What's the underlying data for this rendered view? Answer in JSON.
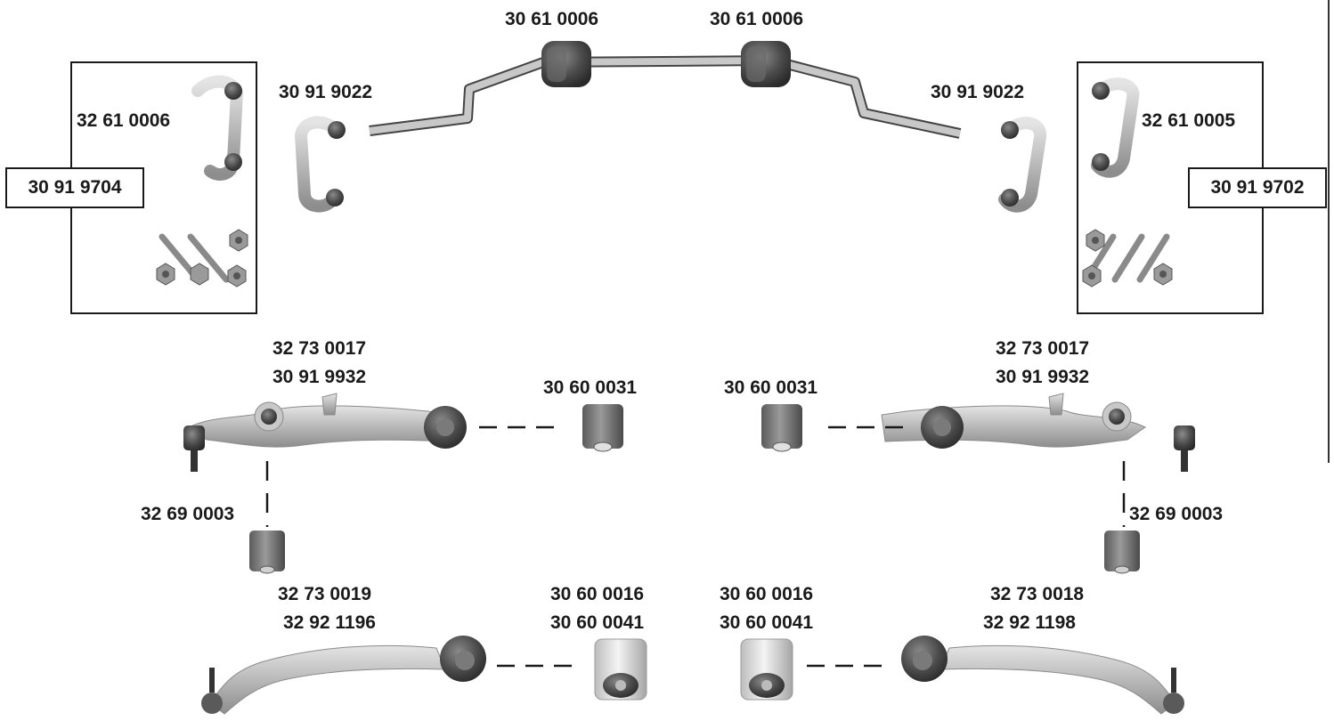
{
  "labels": {
    "mount_top_left": "30 61 0006",
    "mount_top_right": "30 61 0006",
    "link_left": "30 91 9022",
    "link_right": "30 91 9022",
    "kit_link_left": "32 61 0006",
    "kit_link_right": "32 61 0005",
    "kit_left": "30 91 9704",
    "kit_right": "30 91 9702",
    "upper_arm_left_1": "32 73 0017",
    "upper_arm_left_2": "30 91 9932",
    "upper_arm_right_1": "32 73 0017",
    "upper_arm_right_2": "30 91 9932",
    "bush_left": "30 60 0031",
    "bush_right": "30 60 0031",
    "small_bush_left": "32 69 0003",
    "small_bush_right": "32 69 0003",
    "lower_arm_left_1": "32 73 0019",
    "lower_arm_left_2": "32 92 1196",
    "lower_arm_right_1": "32 73 0018",
    "lower_arm_right_2": "32 92 1198",
    "lower_bush_left_1": "30 60 0016",
    "lower_bush_left_2": "30 60 0041",
    "lower_bush_right_1": "30 60 0016",
    "lower_bush_right_2": "30 60 0041"
  }
}
